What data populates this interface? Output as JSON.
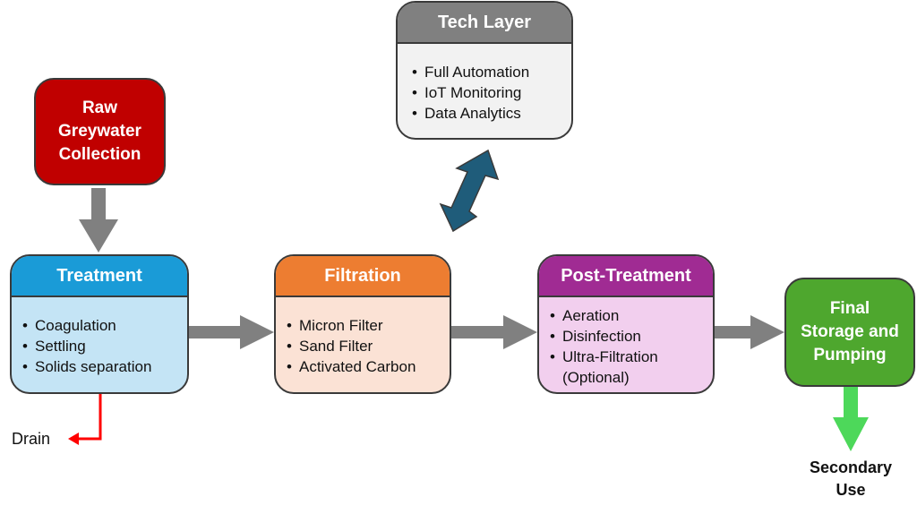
{
  "nodes": {
    "raw": {
      "label": "Raw Greywater Collection",
      "lines": [
        "Raw",
        "Greywater",
        "Collection"
      ],
      "color": "#c00000"
    },
    "treatment": {
      "title": "Treatment",
      "items": [
        "Coagulation",
        "Settling",
        "Solids separation"
      ],
      "header_color": "#1a9bd7",
      "body_color": "#c4e4f5"
    },
    "filtration": {
      "title": "Filtration",
      "items": [
        "Micron Filter",
        "Sand Filter",
        "Activated Carbon"
      ],
      "header_color": "#ed7d31",
      "body_color": "#fbe2d5"
    },
    "post": {
      "title": "Post-Treatment",
      "items": [
        "Aeration",
        "Disinfection",
        "Ultra-Filtration"
      ],
      "items_cont": "(Optional)",
      "header_color": "#a02b93",
      "body_color": "#f2cfee"
    },
    "final": {
      "lines": [
        "Final",
        "Storage and",
        "Pumping"
      ],
      "color": "#4ea72e"
    },
    "tech": {
      "title": "Tech Layer",
      "items": [
        "Full Automation",
        "IoT Monitoring",
        "Data Analytics"
      ],
      "header_color": "#808080",
      "body_color": "#f2f2f2"
    }
  },
  "outputs": {
    "drain": "Drain",
    "secondary_use": [
      "Secondary",
      "Use"
    ]
  },
  "colors": {
    "flow_arrow": "#808080",
    "drain_arrow": "#ff0000",
    "output_arrow": "#4dd85a",
    "tech_arrow": "#1f5c7a"
  }
}
